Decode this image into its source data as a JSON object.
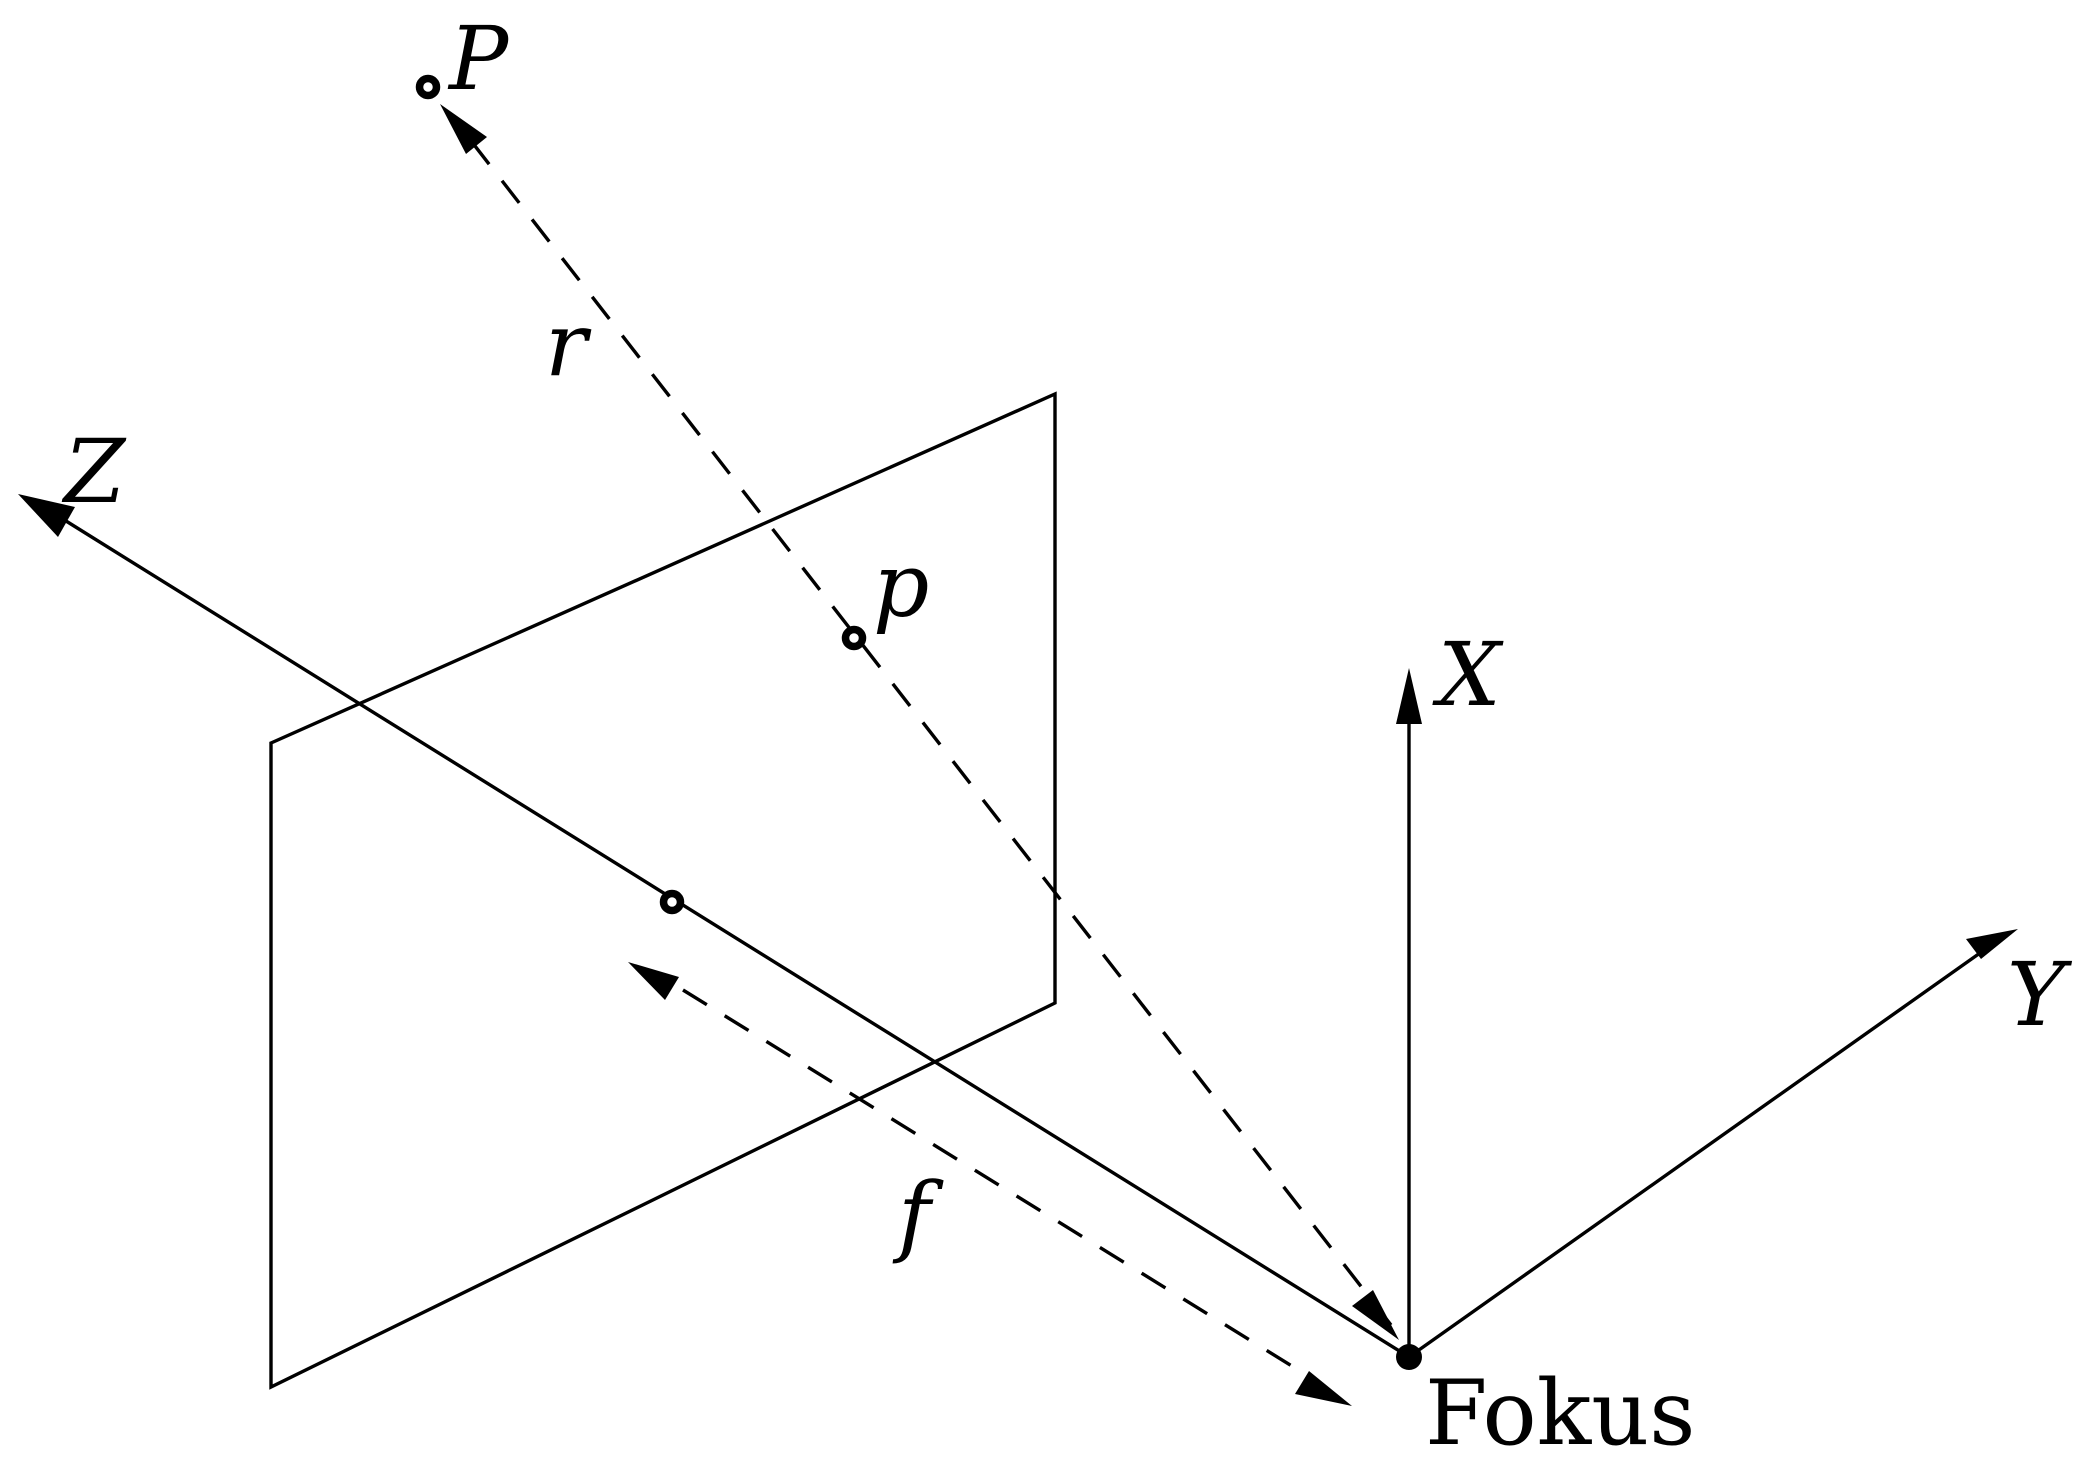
{
  "labels": {
    "point_world": "P",
    "point_image": "p",
    "distance_r": "r",
    "distance_f": "f",
    "axis_x": "X",
    "axis_y": "Y",
    "axis_z": "Z",
    "focus": "Fokus"
  }
}
